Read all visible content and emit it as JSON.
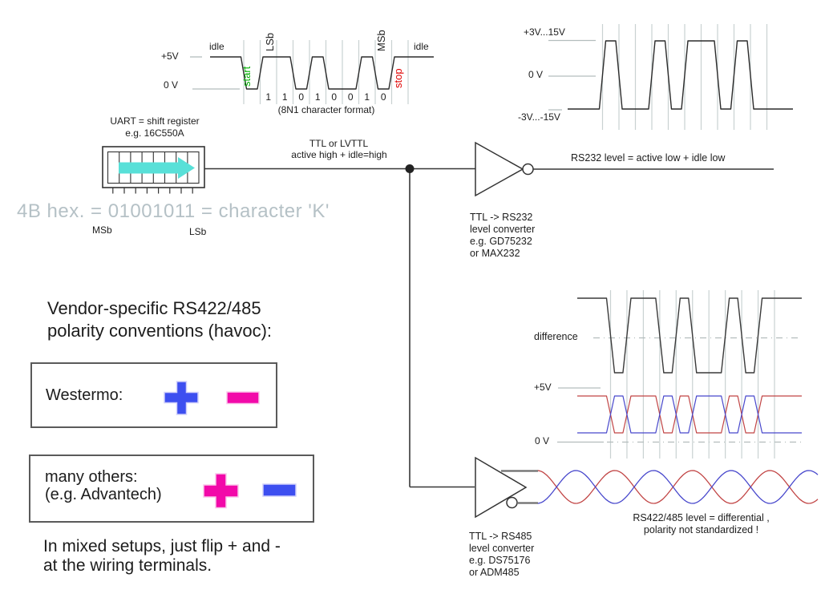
{
  "ttl_chart": {
    "y_high_label": "+5V",
    "y_low_label": "0 V",
    "idle_left": "idle",
    "idle_right": "idle",
    "start_label": "start",
    "stop_label": "stop",
    "lsb_label": "LSb",
    "msb_label": "MSb",
    "bit_labels": [
      "1",
      "1",
      "0",
      "1",
      "0",
      "0",
      "1",
      "0"
    ],
    "caption": "(8N1 character format)",
    "frame_cells": [
      0,
      1,
      1,
      0,
      1,
      0,
      0,
      1,
      0,
      1
    ],
    "idle_level": 1
  },
  "uart": {
    "title_line1": "UART = shift register",
    "title_line2": "e.g. 16C550A",
    "msb_label": "MSb",
    "lsb_label": "LSb",
    "cell_count": 8
  },
  "hex_note": "4B hex. = 01001011 = character 'K'",
  "ttl_wire": {
    "line1": "TTL or LVTTL",
    "line2": "active high + idle=high"
  },
  "rs232_converter": {
    "lines": [
      "TTL -> RS232",
      "level converter",
      "e.g. GD75232",
      "or MAX232"
    ]
  },
  "rs232_level_label": "RS232 level = active low + idle low",
  "rs232_chart": {
    "y_top_label": "+3V...15V",
    "y_mid_label": "0 V",
    "y_bot_label": "-3V...-15V",
    "frame_cells": [
      1,
      0,
      0,
      1,
      0,
      1,
      1,
      0,
      1,
      0
    ],
    "idle_level": 0
  },
  "diff_chart": {
    "label": "difference",
    "y_high_label": "+5V",
    "y_low_label": "0 V",
    "frame_cells": [
      0,
      1,
      1,
      0,
      1,
      0,
      0,
      1,
      0,
      1
    ],
    "idle_level": 1
  },
  "rs485_converter": {
    "lines": [
      "TTL -> RS485",
      "level converter",
      "e.g. DS75176",
      "or ADM485"
    ]
  },
  "rs485_level": {
    "line1": "RS422/485 level = differential ,",
    "line2": "polarity not standardized !"
  },
  "vendor": {
    "title_line1": "Vendor-specific RS422/485",
    "title_line2": "polarity conventions (havoc):",
    "box1_label": "Westermo:",
    "box2_label1": "many others:",
    "box2_label2": "(e.g. Advantech)",
    "note_line1": "In mixed setups, just flip + and -",
    "note_line2": "at the wiring terminals."
  },
  "colors": {
    "arrow_cyan": "#58E0D8",
    "vendor_blue": "#3D4FF0",
    "vendor_magenta": "#F209A9",
    "signal_red": "#C14444",
    "signal_blue": "#4747CC",
    "start_green": "#00AE00",
    "stop_red": "#E00000",
    "hex_gray": "#B5C1C6"
  }
}
